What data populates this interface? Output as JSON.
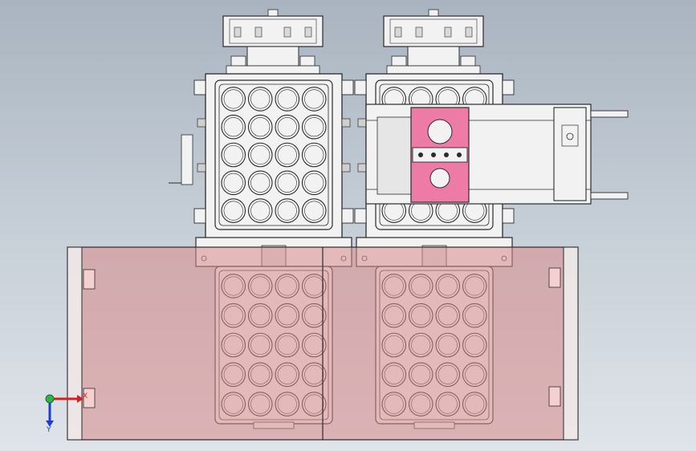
{
  "colors": {
    "background_top": "#a9b4c0",
    "background_bottom": "#dfe4e9",
    "part_fill": "#f2f2f2",
    "line": "#2b2b2b",
    "transparent_enclosure": "#d98a8a",
    "pink_plate": "#ee7aa6",
    "axis_x": "#d62020",
    "axis_y": "#1a3fd0",
    "axis_origin": "#2fb34a"
  },
  "modules": [
    "left-loader-module",
    "right-loader-module"
  ],
  "cassette_grid": {
    "columns": 4,
    "rows": 5
  },
  "triad": {
    "x_label": "X",
    "y_label": "Y"
  }
}
